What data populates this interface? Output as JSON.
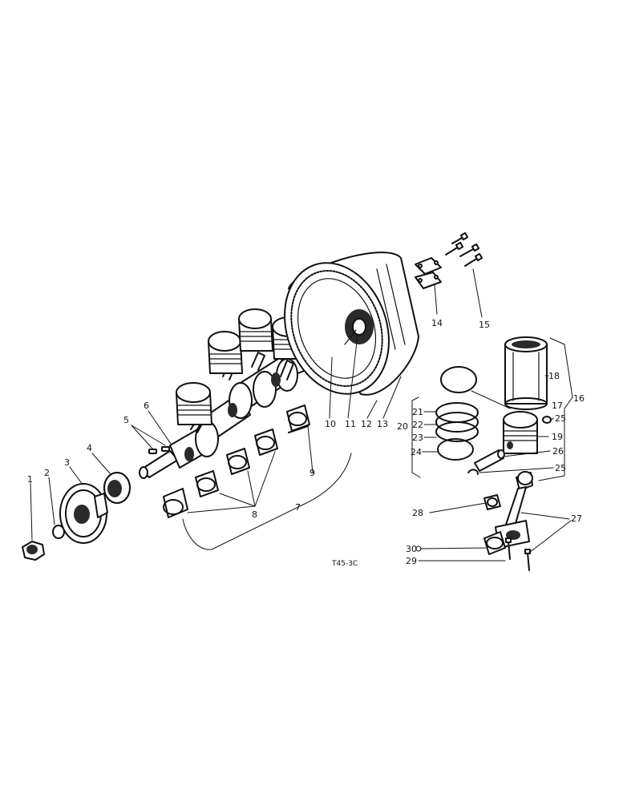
{
  "callouts": {
    "c1": "1",
    "c2": "2",
    "c3": "3",
    "c4": "4",
    "c5": "5",
    "c6": "6",
    "c7": "7",
    "c8": "8",
    "c9": "9",
    "c10": "10",
    "c11": "11",
    "c12": "12",
    "c13": "13",
    "c14": "14",
    "c15": "15",
    "c16": "16",
    "c17": "17",
    "c18": "18",
    "c19": "19",
    "c20": "20",
    "c21": "21",
    "c22": "22",
    "c23": "23",
    "c24": "24",
    "c25a": "25",
    "c25b": "25",
    "c26": "26",
    "c27": "27",
    "c28": "28",
    "c29": "29",
    "c30": "30"
  },
  "plate_code": "T45-3C"
}
